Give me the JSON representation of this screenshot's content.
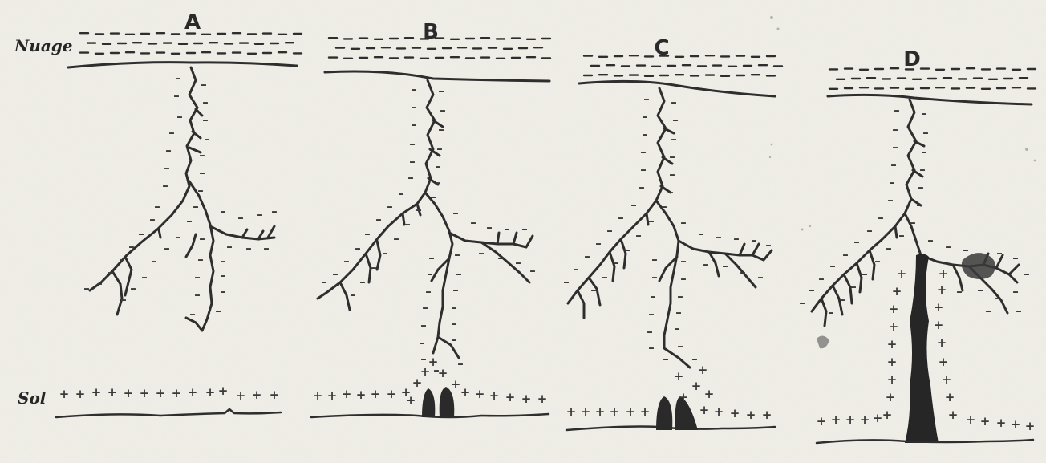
{
  "labels": {
    "cloud": "Nuage",
    "ground": "Sol"
  },
  "panels": [
    {
      "id": "A"
    },
    {
      "id": "B"
    },
    {
      "id": "C"
    },
    {
      "id": "D"
    }
  ],
  "colors": {
    "ink": "#2e2e2e",
    "paper": "#f1efe8"
  }
}
